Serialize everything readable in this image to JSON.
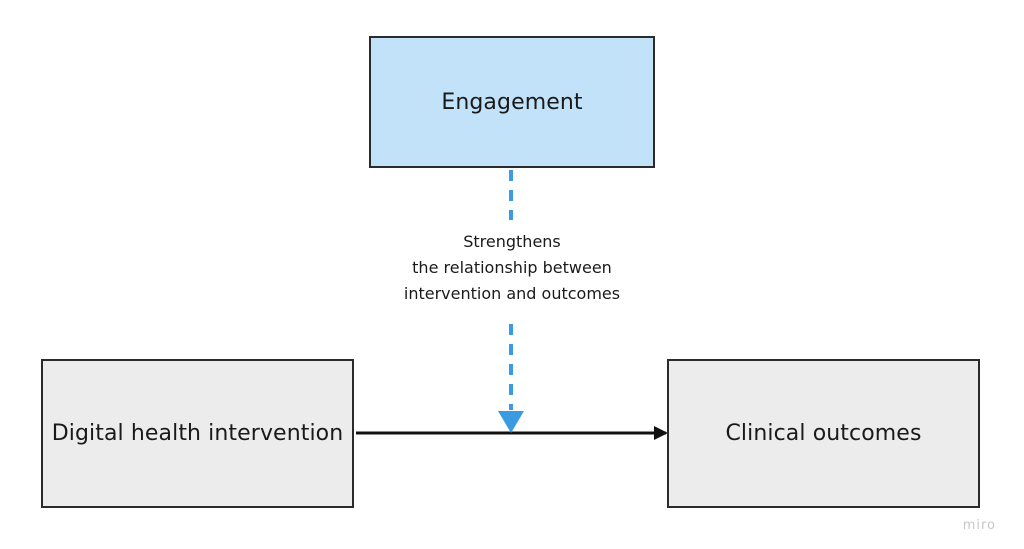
{
  "nodes": {
    "engagement": {
      "label": "Engagement",
      "fill": "#c2e2f9"
    },
    "intervention": {
      "label": "Digital health intervention",
      "fill": "#ececec"
    },
    "outcomes": {
      "label": "Clinical outcomes",
      "fill": "#ececec"
    }
  },
  "moderation_note": {
    "lines": [
      "Strengthens",
      "the relationship between",
      "intervention and outcomes"
    ]
  },
  "colors": {
    "border": "#2b2b2b",
    "moderation_arrow": "#3a9be2",
    "main_arrow": "#111111"
  },
  "watermark": "miro"
}
